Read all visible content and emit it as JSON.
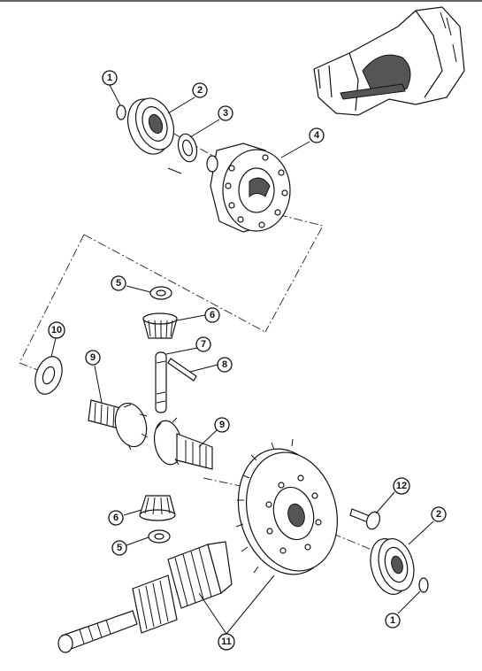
{
  "diagram": {
    "callouts": [
      {
        "id": "c1a",
        "label": "1"
      },
      {
        "id": "c2a",
        "label": "2"
      },
      {
        "id": "c3",
        "label": "3"
      },
      {
        "id": "c4",
        "label": "4"
      },
      {
        "id": "c5a",
        "label": "5"
      },
      {
        "id": "c6a",
        "label": "6"
      },
      {
        "id": "c7",
        "label": "7"
      },
      {
        "id": "c8",
        "label": "8"
      },
      {
        "id": "c10",
        "label": "10"
      },
      {
        "id": "c9a",
        "label": "9"
      },
      {
        "id": "c9b",
        "label": "9"
      },
      {
        "id": "c12",
        "label": "12"
      },
      {
        "id": "c2b",
        "label": "2"
      },
      {
        "id": "c6b",
        "label": "6"
      },
      {
        "id": "c5b",
        "label": "5"
      },
      {
        "id": "c1b",
        "label": "1"
      },
      {
        "id": "c11",
        "label": "11"
      }
    ]
  },
  "colors": {
    "ink": "#111111",
    "paper": "#ffffff",
    "shade": "#555555"
  }
}
